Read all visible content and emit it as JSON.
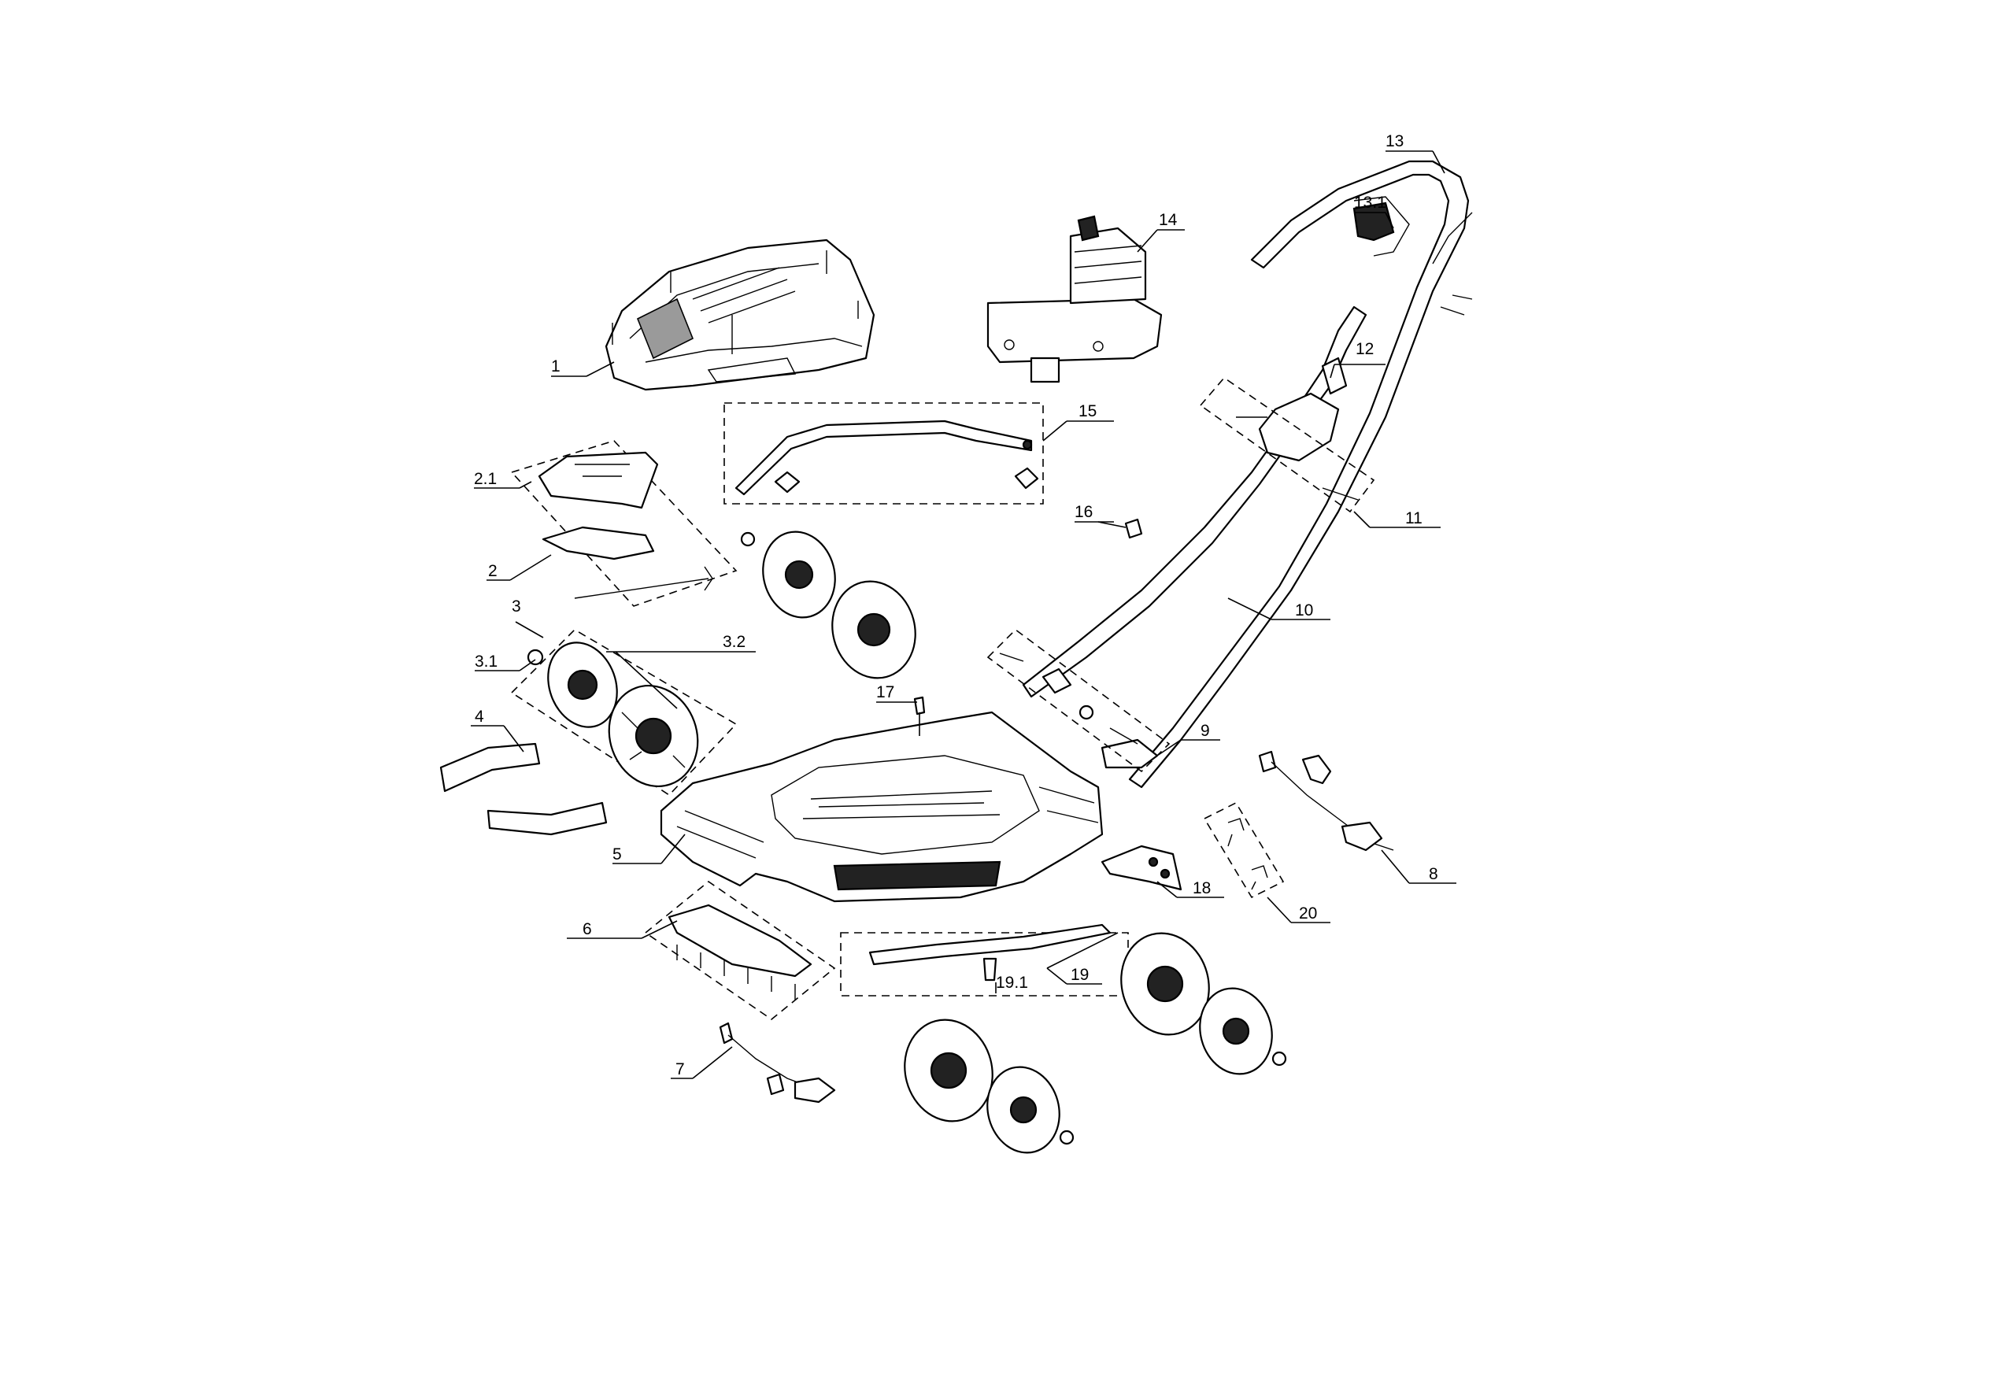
{
  "diagram": {
    "labels": {
      "l1": "1",
      "l2": "2",
      "l2_1": "2.1",
      "l3": "3",
      "l3_1": "3.1",
      "l3_2": "3.2",
      "l4": "4",
      "l5": "5",
      "l6": "6",
      "l7": "7",
      "l8": "8",
      "l9": "9",
      "l10": "10",
      "l11": "11",
      "l12": "12",
      "l13": "13",
      "l13_1": "13.1",
      "l14": "14",
      "l15": "15",
      "l16": "16",
      "l17": "17",
      "l18": "18",
      "l19": "19",
      "l19_1": "19.1",
      "l20": "20"
    }
  }
}
